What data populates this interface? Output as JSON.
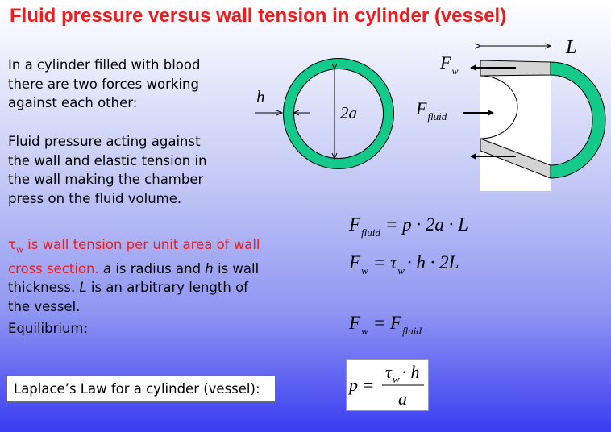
{
  "title": "Fluid pressure versus wall tension in cylinder (vessel)",
  "intro": {
    "line1": "In a cylinder filled with blood",
    "line2": "there are two forces working",
    "line3": "against each other:"
  },
  "forces": {
    "line1": "Fluid pressure acting against",
    "line2": "the wall and elastic tension in",
    "line3": "the wall making the chamber",
    "line4": "press on the fluid volume."
  },
  "definitions": {
    "tau": "τ",
    "tau_sub": "w",
    "red_text_1": " is wall tension per unit area of wall",
    "red_text_2": "cross section.",
    "a_symbol": "a",
    "a_text": " is radius and ",
    "h_symbol": "h",
    "h_text": " is wall",
    "line3": "thickness. ",
    "L_symbol": "L",
    "line3_rest": " is an arbitrary length of",
    "line4": "the vessel."
  },
  "equilibrium_label": "Equilibrium:",
  "laplace_label": "Laplace’s Law for a cylinder (vessel):",
  "diagram": {
    "h_label": "h",
    "diameter_label": "2a",
    "L_label": "L",
    "Fw_label": "F",
    "Fw_sub": "w",
    "Ffluid_label": "F",
    "Ffluid_sub": "fluid",
    "ring_color": "#14c98a"
  },
  "equations": {
    "eq1": {
      "lhs": "F",
      "lhs_sub": "fluid",
      "rhs": "= p · 2a · L"
    },
    "eq2": {
      "lhs": "F",
      "lhs_sub": "w",
      "rhs_tau": "= τ",
      "rhs_tau_sub": "w",
      "rhs_rest": "· h · 2L"
    },
    "eq3": {
      "lhs": "F",
      "lhs_sub": "w",
      "rhs": "= F",
      "rhs_sub": "fluid"
    },
    "laplace": {
      "lhs": "p =",
      "num_tau": "τ",
      "num_sub": "w",
      "num_rest": "· h",
      "den": "a"
    }
  }
}
